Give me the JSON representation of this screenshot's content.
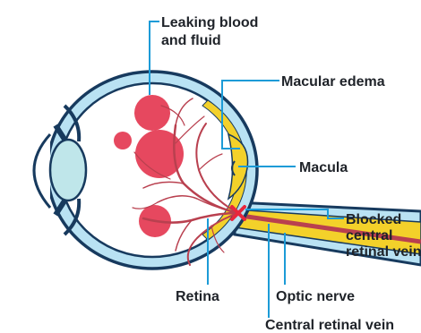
{
  "labels": {
    "leaking_line1": "Leaking blood",
    "leaking_line2": "and fluid",
    "macular_edema": "Macular edema",
    "macula": "Macula",
    "blocked_line1": "Blocked",
    "blocked_line2": "central",
    "blocked_line3": "retinal vein",
    "retina": "Retina",
    "optic_nerve": "Optic nerve",
    "central_retinal_vein": "Central retinal vein"
  },
  "colors": {
    "sclera": "#b9e2f3",
    "outline": "#173a5e",
    "retina_layer": "#f3d12a",
    "leader": "#1c9bd7",
    "hemorrhage": "#e6485f",
    "vessels": "#b9404f",
    "blockage_mark": "#e8263c",
    "lens": "#bfe6ea",
    "label_text": "#1f2329"
  }
}
